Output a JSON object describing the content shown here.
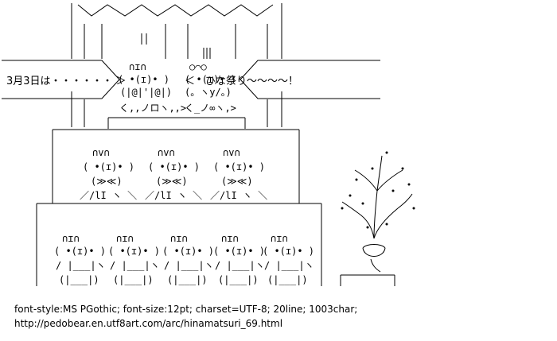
{
  "banner": {
    "left_text": "3月3日は・・・・・・ ＞",
    "right_text": "＜　ひな祭り～～～～！"
  },
  "characters": {
    "face": "( •(ɪ)• )",
    "ears_top": "∩ɪ∩",
    "ears_v": "∩v∩",
    "ribbon": "(≫≪)",
    "feet": "／/lI ヽ ＼",
    "lantern": "(|@|'|@|)",
    "lantern_legs": "く,,ノロヽ,,>",
    "empress_hair": "○⌒○",
    "empress_body": "(。ヽy/。)",
    "empress_legs": "く_ノ∞ヽ,>",
    "body_box": "/ |___|ヽ",
    "body_base": "(|___|)"
  },
  "info": {
    "line1": "font-style:MS PGothic; font-size:12pt; charset=UTF-8; 20line; 1003char;",
    "line2": "http://pedobear.en.utf8art.com/arc/hinamatsuri_69.html"
  }
}
